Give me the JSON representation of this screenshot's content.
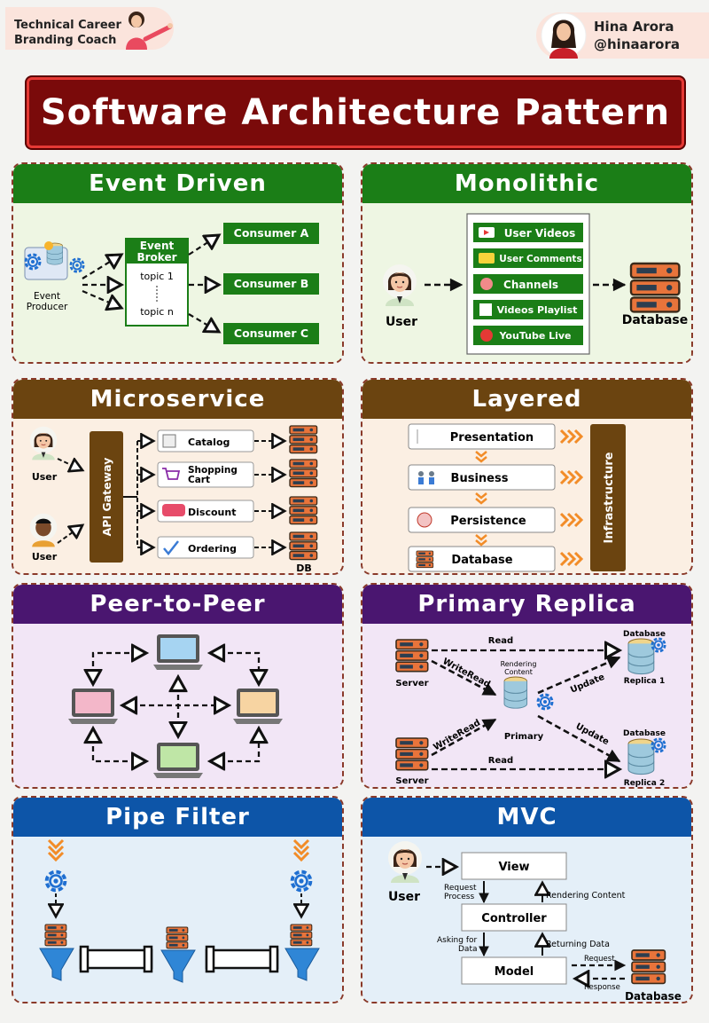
{
  "header": {
    "brand_line1": "Technical Career",
    "brand_line2": "Branding Coach",
    "author_name": "Hina Arora",
    "author_handle": "@hinaarora"
  },
  "title": "Software Architecture Pattern",
  "event_driven": {
    "title": "Event Driven",
    "producer": "Event\nProducer",
    "broker_title_1": "Event",
    "broker_title_2": "Broker",
    "topic_1": "topic 1",
    "topic_n": "topic n",
    "consumers": [
      "Consumer A",
      "Consumer B",
      "Consumer C"
    ]
  },
  "monolithic": {
    "title": "Monolithic",
    "user": "User",
    "modules": [
      "User Videos",
      "User Comments",
      "Channels",
      "Videos Playlist",
      "YouTube Live"
    ],
    "database": "Database"
  },
  "microservice": {
    "title": "Microservice",
    "users": [
      "User",
      "User"
    ],
    "gateway": "API Gateway",
    "services": [
      "Catalog",
      "Shopping\nCart",
      "Discount",
      "Ordering"
    ],
    "db": "DB"
  },
  "layered": {
    "title": "Layered",
    "layers": [
      "Presentation",
      "Business",
      "Persistence",
      "Database"
    ],
    "infrastructure": "Infrastructure"
  },
  "p2p": {
    "title": "Peer-to-Peer"
  },
  "primary_replica": {
    "title": "Primary Replica",
    "server": "Server",
    "read": "Read",
    "writeread": "WriteRead",
    "update": "Update",
    "rendering": "Rendering\nContent",
    "primary": "Primary",
    "database": "Database",
    "replica1": "Replica 1",
    "replica2": "Replica 2"
  },
  "pipe_filter": {
    "title": "Pipe Filter"
  },
  "mvc": {
    "title": "MVC",
    "user": "User",
    "view": "View",
    "controller": "Controller",
    "model": "Model",
    "database": "Database",
    "request_process": "Request\nProcess",
    "rendering_content": "Rendering Content",
    "asking_for_data": "Asking for\nData",
    "returning_data": "Returning Data",
    "request": "Request",
    "response": "Response"
  },
  "colors": {
    "title_bg": "#7a0a0a",
    "green": "#1b7e17",
    "brown": "#6b4410",
    "purple": "#4a1670",
    "blue": "#0d55a8",
    "server_orange": "#e8743b"
  },
  "icons": [
    "gear-icon",
    "database-icon",
    "server-icon",
    "user-avatar-icon",
    "laptop-icon",
    "funnel-icon",
    "pipe-icon",
    "chevron-down-icon",
    "arrow-icon"
  ]
}
